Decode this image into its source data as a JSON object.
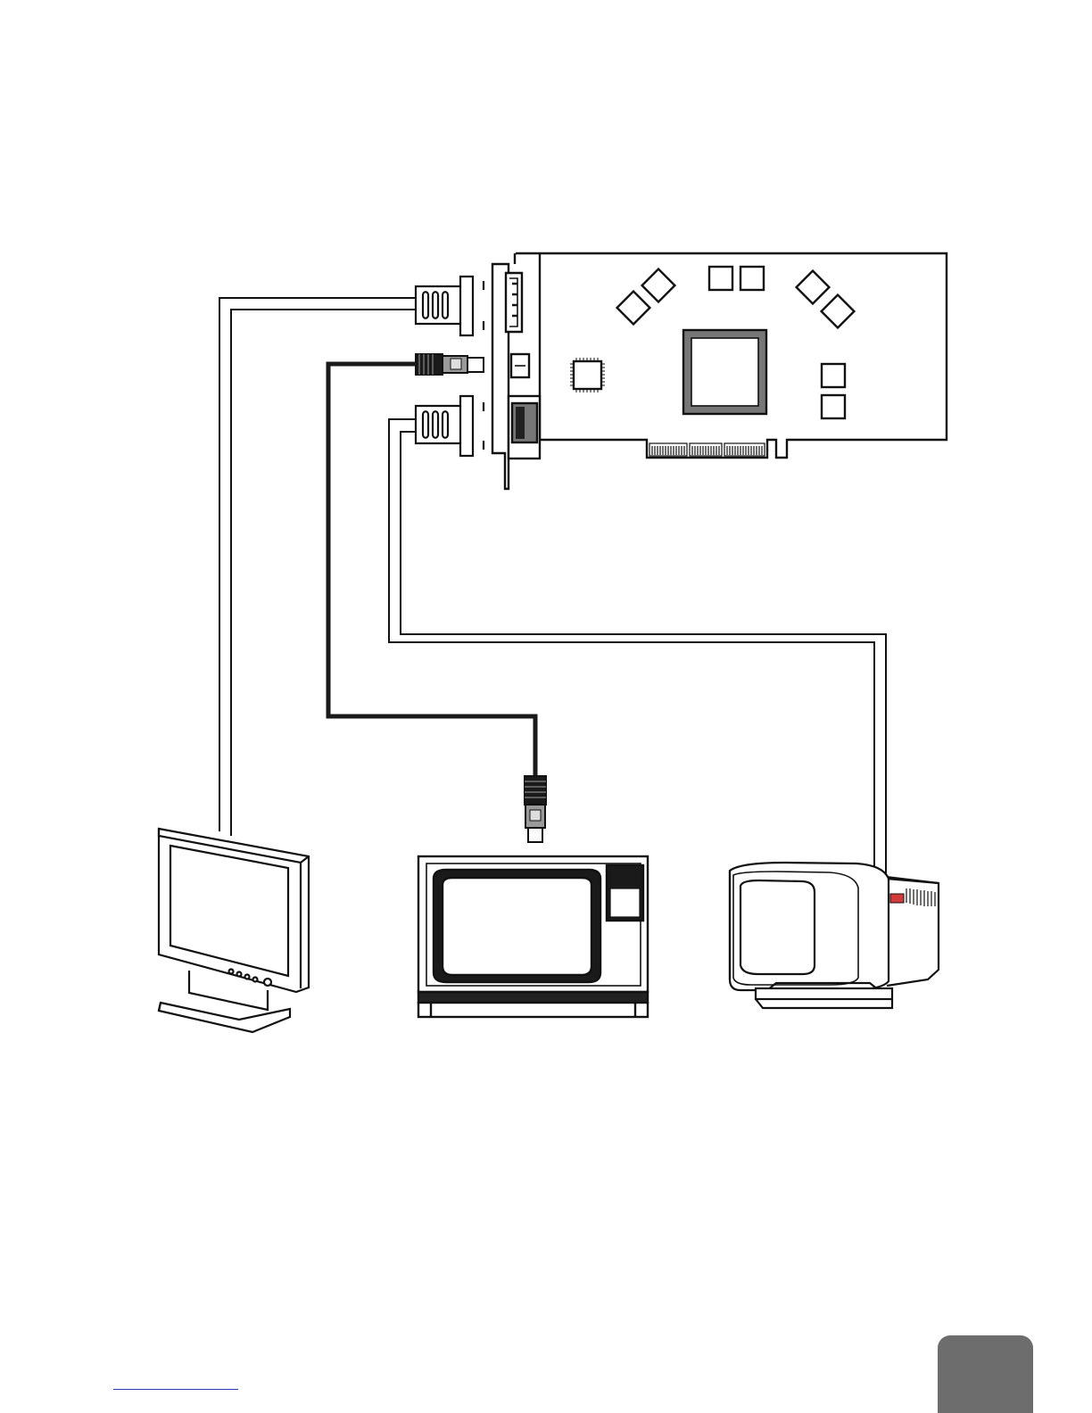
{
  "diagram": {
    "nodes": [
      {
        "id": "graphics-card",
        "name": "graphics-card",
        "kind": "expansion-card"
      },
      {
        "id": "lcd-monitor",
        "name": "lcd-monitor",
        "kind": "display"
      },
      {
        "id": "television",
        "name": "television",
        "kind": "display"
      },
      {
        "id": "crt-monitor",
        "name": "crt-monitor",
        "kind": "display"
      }
    ],
    "edges": [
      {
        "from": "graphics-card",
        "to": "lcd-monitor",
        "port": "vga-connector-top",
        "cable": "double-white"
      },
      {
        "from": "graphics-card",
        "to": "television",
        "port": "s-video-connector",
        "cable": "black"
      },
      {
        "from": "graphics-card",
        "to": "crt-monitor",
        "port": "vga-connector-bottom",
        "cable": "double-white"
      }
    ]
  },
  "colors": {
    "line": "#111111",
    "gray_fill": "#777777",
    "cable_black": "#1a1a1a",
    "page_tab": "#6d6d6d",
    "footer_rule": "#2a3cb0",
    "crt_led": "#d23b3b"
  }
}
